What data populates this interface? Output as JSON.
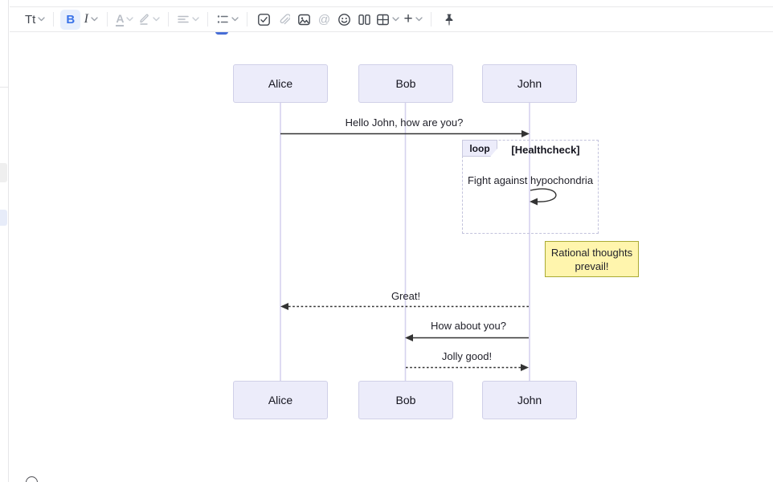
{
  "toolbar": {
    "text_style_label": "Tt",
    "bold_label": "B",
    "italic_label": "I",
    "text_color_label": "A",
    "mention_label": "@",
    "insert_label": "+",
    "accent_color": "#3a73e8",
    "bold_active_bg": "#e7effd"
  },
  "diagram": {
    "type": "sequence-diagram",
    "actors": [
      "Alice",
      "Bob",
      "John"
    ],
    "messages": [
      {
        "label": "Hello John, how are you?",
        "from": "Alice",
        "to": "John",
        "style": "solid"
      },
      {
        "label": "Great!",
        "from": "John",
        "to": "Alice",
        "style": "dashed"
      },
      {
        "label": "How about you?",
        "from": "John",
        "to": "Bob",
        "style": "solid"
      },
      {
        "label": "Jolly good!",
        "from": "Bob",
        "to": "John",
        "style": "dashed"
      }
    ],
    "loop": {
      "label": "loop",
      "condition": "[Healthcheck]",
      "self_message": "Fight against hypochondria",
      "self_message_actor": "John"
    },
    "note": {
      "text": "Rational thoughts prevail!",
      "fill": "#fff5ad",
      "border": "#aaaa33"
    },
    "colors": {
      "actor_fill": "#ececfa",
      "actor_border": "#d0d0e8",
      "lifeline": "#d6d2ee",
      "arrow": "#333333",
      "loop_border": "#c3c3dc"
    }
  }
}
